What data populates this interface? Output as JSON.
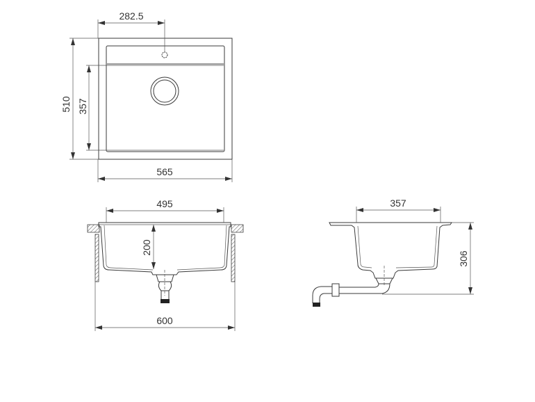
{
  "drawing": {
    "top_view": {
      "tap_offset": "282.5",
      "overall_depth": "510",
      "bowl_depth": "357",
      "overall_width": "565"
    },
    "front_view": {
      "bowl_width": "495",
      "bowl_height": "200",
      "cabinet_width": "600"
    },
    "side_view": {
      "bowl_length": "357",
      "total_height": "306"
    }
  },
  "colors": {
    "line": "#3a3a3a",
    "background": "#ffffff"
  }
}
